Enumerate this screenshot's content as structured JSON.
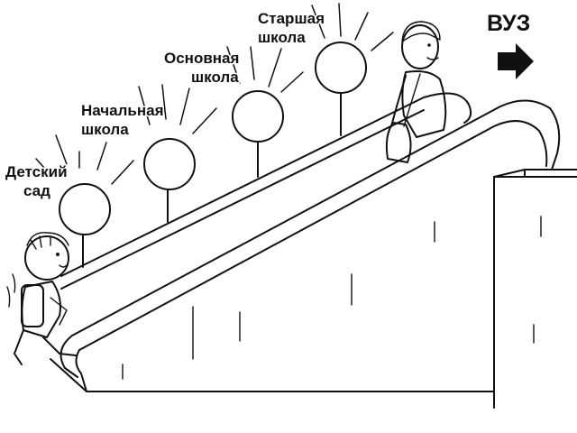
{
  "stages": [
    {
      "id": "kindergarten",
      "lines": [
        "Детский",
        "сад"
      ]
    },
    {
      "id": "primary",
      "lines": [
        "Начальная",
        "школа"
      ]
    },
    {
      "id": "basic",
      "lines": [
        "Основная",
        "школа"
      ]
    },
    {
      "id": "senior",
      "lines": [
        "Старшая",
        "школа"
      ]
    }
  ],
  "target": {
    "label": "ВУЗ",
    "icon": "right-arrow-icon"
  },
  "figures": [
    {
      "id": "child",
      "icon": "child-with-backpack-icon"
    },
    {
      "id": "student",
      "icon": "student-with-bag-icon"
    }
  ],
  "colors": {
    "ink": "#111111",
    "background": "#ffffff"
  }
}
